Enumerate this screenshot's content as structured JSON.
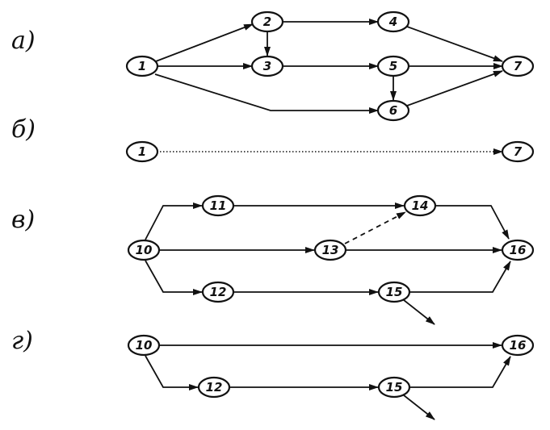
{
  "panels": [
    {
      "id": "a",
      "label": "а)",
      "nodes": [
        {
          "id": "n1",
          "label": "1"
        },
        {
          "id": "n2",
          "label": "2"
        },
        {
          "id": "n3",
          "label": "3"
        },
        {
          "id": "n4",
          "label": "4"
        },
        {
          "id": "n5",
          "label": "5"
        },
        {
          "id": "n6",
          "label": "6"
        },
        {
          "id": "n7",
          "label": "7"
        }
      ],
      "edges": [
        {
          "from": "n1",
          "to": "n2",
          "style": "solid"
        },
        {
          "from": "n1",
          "to": "n3",
          "style": "solid"
        },
        {
          "from": "n1",
          "to": "n6",
          "style": "solid"
        },
        {
          "from": "n2",
          "to": "n3",
          "style": "solid"
        },
        {
          "from": "n2",
          "to": "n4",
          "style": "solid"
        },
        {
          "from": "n3",
          "to": "n5",
          "style": "solid"
        },
        {
          "from": "n4",
          "to": "n7",
          "style": "solid"
        },
        {
          "from": "n5",
          "to": "n6",
          "style": "solid"
        },
        {
          "from": "n5",
          "to": "n7",
          "style": "solid"
        },
        {
          "from": "n6",
          "to": "n7",
          "style": "solid"
        }
      ]
    },
    {
      "id": "b",
      "label": "б)",
      "nodes": [
        {
          "id": "n1",
          "label": "1"
        },
        {
          "id": "n7",
          "label": "7"
        }
      ],
      "edges": [
        {
          "from": "n1",
          "to": "n7",
          "style": "dotted"
        }
      ]
    },
    {
      "id": "v",
      "label": "в)",
      "nodes": [
        {
          "id": "n10",
          "label": "10"
        },
        {
          "id": "n11",
          "label": "11"
        },
        {
          "id": "n12",
          "label": "12"
        },
        {
          "id": "n13",
          "label": "13"
        },
        {
          "id": "n14",
          "label": "14"
        },
        {
          "id": "n15",
          "label": "15"
        },
        {
          "id": "n16",
          "label": "16"
        }
      ],
      "edges": [
        {
          "from": "n10",
          "to": "n11",
          "style": "solid"
        },
        {
          "from": "n10",
          "to": "n13",
          "style": "solid"
        },
        {
          "from": "n10",
          "to": "n12",
          "style": "solid"
        },
        {
          "from": "n11",
          "to": "n14",
          "style": "solid"
        },
        {
          "from": "n13",
          "to": "n14",
          "style": "dashed"
        },
        {
          "from": "n13",
          "to": "n16",
          "style": "solid"
        },
        {
          "from": "n12",
          "to": "n15",
          "style": "solid"
        },
        {
          "from": "n14",
          "to": "n16",
          "style": "solid"
        },
        {
          "from": "n15",
          "to": "n16",
          "style": "solid"
        },
        {
          "from": "n15",
          "to": "outgoing",
          "style": "solid"
        }
      ]
    },
    {
      "id": "g",
      "label": "г)",
      "nodes": [
        {
          "id": "n10",
          "label": "10"
        },
        {
          "id": "n12",
          "label": "12"
        },
        {
          "id": "n15",
          "label": "15"
        },
        {
          "id": "n16",
          "label": "16"
        }
      ],
      "edges": [
        {
          "from": "n10",
          "to": "n16",
          "style": "solid"
        },
        {
          "from": "n10",
          "to": "n12",
          "style": "solid"
        },
        {
          "from": "n12",
          "to": "n15",
          "style": "solid"
        },
        {
          "from": "n15",
          "to": "n16",
          "style": "solid"
        },
        {
          "from": "n15",
          "to": "outgoing",
          "style": "solid"
        }
      ]
    }
  ]
}
